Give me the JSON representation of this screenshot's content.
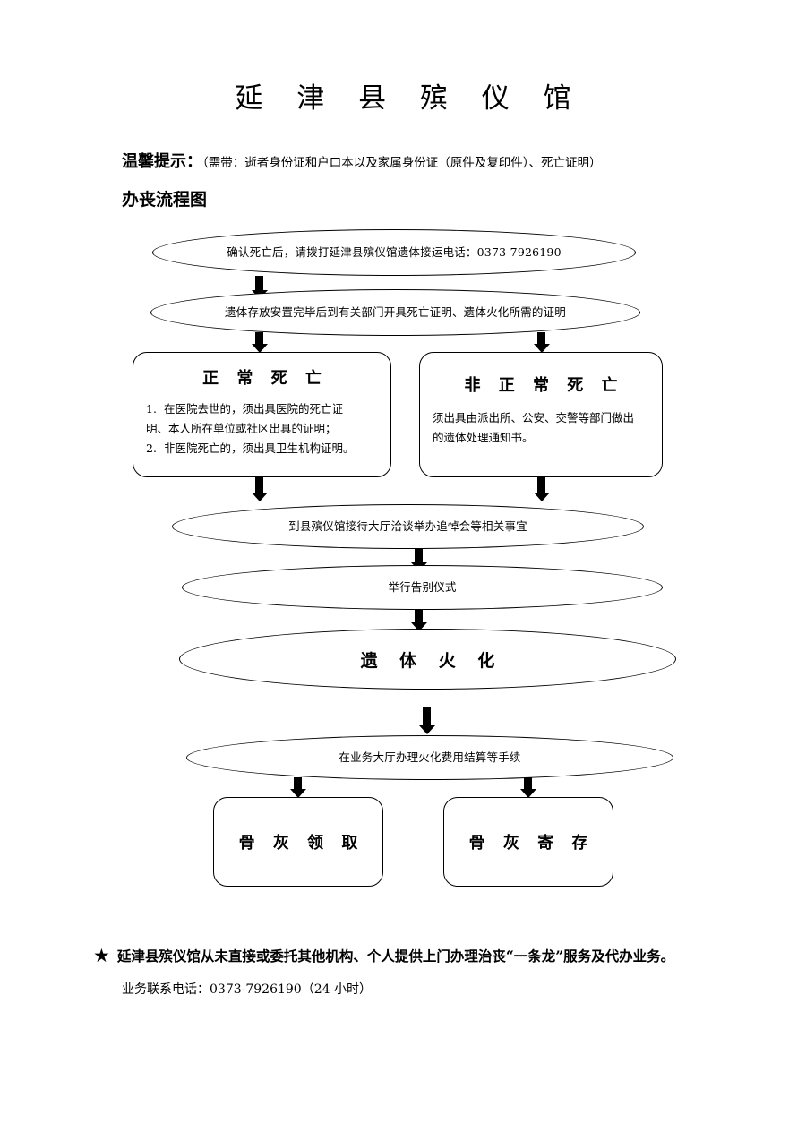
{
  "document": {
    "title": "延 津 县 殡 仪 馆",
    "notice": {
      "label": "温馨提示：",
      "text": "（需带：逝者身份证和户口本以及家属身份证（原件及复印件）、死亡证明）"
    },
    "section_title": "办丧流程图"
  },
  "flowchart": {
    "nodes": {
      "step1": "确认死亡后，请拨打延津县殡仪馆遗体接运电话：0373-7926190",
      "step2": "遗体存放安置完毕后到有关部门开具死亡证明、遗体火化所需的证明",
      "normal_death": {
        "heading": "正 常 死 亡",
        "items": [
          {
            "num": "1.",
            "line1": "在医院去世的，须出具医院的死亡证",
            "line2": "明、本人所在单位或社区出具的证明；"
          },
          {
            "num": "2.",
            "line1": "非医院死亡的，须出具卫生机构证明。",
            "line2": ""
          }
        ]
      },
      "abnormal_death": {
        "heading": "非 正 常 死 亡",
        "body_line1": "须出具由派出所、公安、交警等部门做出",
        "body_line2": "的遗体处理通知书。"
      },
      "step3": "到县殡仪馆接待大厅洽谈举办追悼会等相关事宜",
      "step4": "举行告别仪式",
      "step5": "遗 体 火 化",
      "step6": "在业务大厅办理火化费用结算等手续",
      "ash_collect": "骨 灰 领 取",
      "ash_store": "骨 灰 寄 存"
    }
  },
  "footer": {
    "star_icon": "★",
    "notice": "延津县殡仪馆从未直接或委托其他机构、个人提供上门办理治丧“一条龙”服务及代办业务。",
    "phone": "业务联系电话：0373-7926190（24 小时）"
  }
}
